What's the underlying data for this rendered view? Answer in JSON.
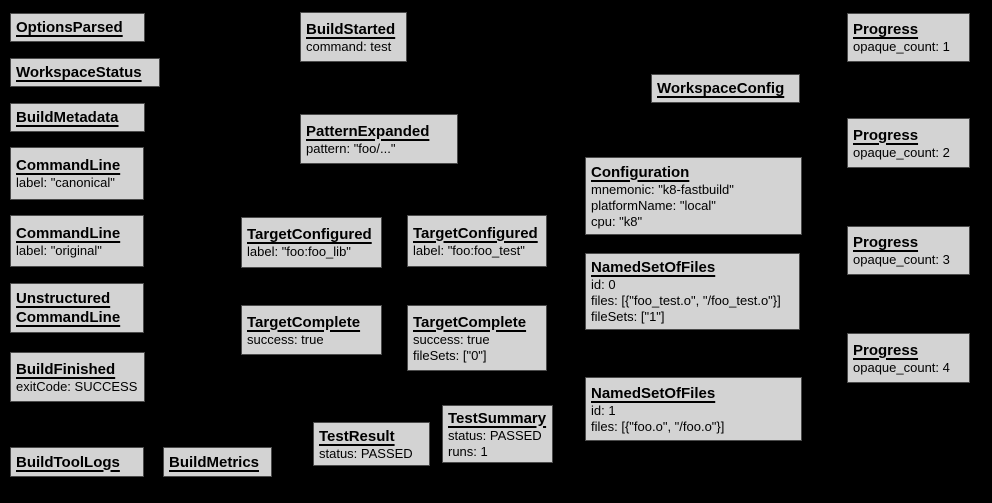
{
  "colors": {
    "background": "#000000",
    "node_fill": "#d3d3d3",
    "node_border": "#4b4b4b",
    "text": "#000000"
  },
  "nodes": {
    "options_parsed": {
      "title": "OptionsParsed",
      "details": ""
    },
    "workspace_status": {
      "title": "WorkspaceStatus",
      "details": ""
    },
    "build_metadata": {
      "title": "BuildMetadata",
      "details": ""
    },
    "command_line_canonical": {
      "title": "CommandLine",
      "details": "label: \"canonical\""
    },
    "command_line_original": {
      "title": "CommandLine",
      "details": "label: \"original\""
    },
    "unstructured_command_line": {
      "title": "Unstructured\nCommandLine",
      "details": ""
    },
    "build_finished": {
      "title": "BuildFinished",
      "details": "exitCode: SUCCESS"
    },
    "build_tool_logs": {
      "title": "BuildToolLogs",
      "details": ""
    },
    "build_metrics": {
      "title": "BuildMetrics",
      "details": ""
    },
    "build_started": {
      "title": "BuildStarted",
      "details": "command: test"
    },
    "pattern_expanded": {
      "title": "PatternExpanded",
      "details": "pattern: \"foo/...\""
    },
    "target_configured_lib": {
      "title": "TargetConfigured",
      "details": "label: \"foo:foo_lib\""
    },
    "target_configured_test": {
      "title": "TargetConfigured",
      "details": "label: \"foo:foo_test\""
    },
    "target_complete_lib": {
      "title": "TargetComplete",
      "details": "success: true"
    },
    "target_complete_test": {
      "title": "TargetComplete",
      "details": "success: true\nfileSets: [\"0\"]"
    },
    "test_result": {
      "title": "TestResult",
      "details": "status: PASSED"
    },
    "test_summary": {
      "title": "TestSummary",
      "details": "status: PASSED\nruns: 1"
    },
    "workspace_config": {
      "title": "WorkspaceConfig",
      "details": ""
    },
    "configuration": {
      "title": "Configuration",
      "details": "mnemonic: \"k8-fastbuild\"\nplatformName: \"local\"\ncpu: \"k8\""
    },
    "named_set_of_files_0": {
      "title": "NamedSetOfFiles",
      "details": "id: 0\nfiles: [{\"foo_test.o\", \"/foo_test.o\"}]\nfileSets: [\"1\"]"
    },
    "named_set_of_files_1": {
      "title": "NamedSetOfFiles",
      "details": "id: 1\nfiles: [{\"foo.o\", \"/foo.o\"}]"
    },
    "progress_1": {
      "title": "Progress",
      "details": "opaque_count: 1"
    },
    "progress_2": {
      "title": "Progress",
      "details": "opaque_count: 2"
    },
    "progress_3": {
      "title": "Progress",
      "details": "opaque_count: 3"
    },
    "progress_4": {
      "title": "Progress",
      "details": "opaque_count: 4"
    }
  }
}
